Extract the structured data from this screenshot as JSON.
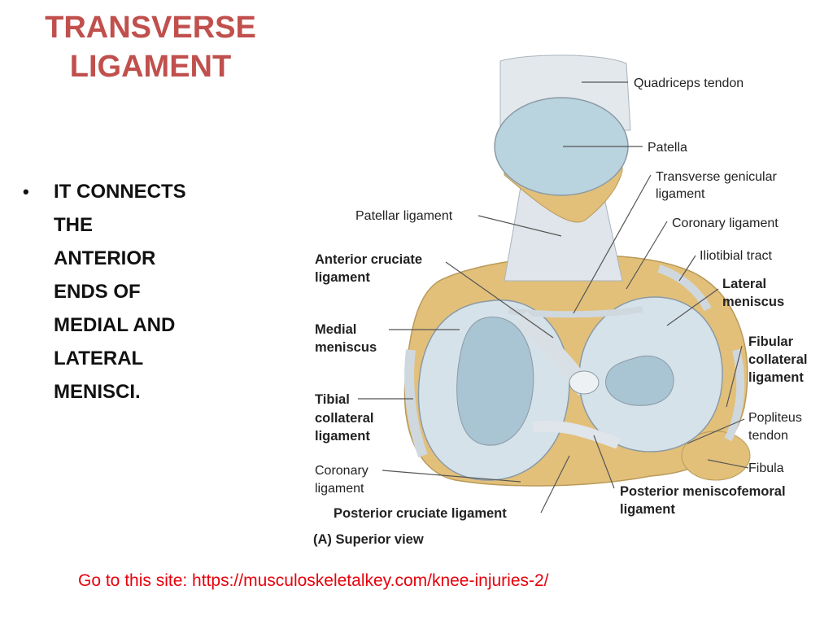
{
  "slide": {
    "title_line1": "TRANSVERSE",
    "title_line2": "LIGAMENT",
    "bullets": [
      {
        "lines": [
          "IT CONNECTS",
          "THE",
          "ANTERIOR",
          "ENDS OF",
          "MEDIAL AND",
          "LATERAL",
          "MENISCI."
        ]
      }
    ],
    "source_text": "Go to this site: https://musculoskeletalkey.com/knee-injuries-2/"
  },
  "diagram": {
    "caption": "(A) Superior view",
    "labels": {
      "quadriceps_tendon": "Quadriceps tendon",
      "patella": "Patella",
      "transverse_genicular_1": "Transverse genicular",
      "transverse_genicular_2": "ligament",
      "patellar_ligament": "Patellar ligament",
      "coronary_ligament_right": "Coronary ligament",
      "iliotibial_tract": "Iliotibial tract",
      "acl_1": "Anterior cruciate",
      "acl_2": "ligament",
      "lateral_meniscus_1": "Lateral",
      "lateral_meniscus_2": "meniscus",
      "medial_meniscus_1": "Medial",
      "medial_meniscus_2": "meniscus",
      "fibular_collateral_1": "Fibular",
      "fibular_collateral_2": "collateral",
      "fibular_collateral_3": "ligament",
      "tibial_collateral_1": "Tibial",
      "tibial_collateral_2": "collateral",
      "tibial_collateral_3": "ligament",
      "popliteus_1": "Popliteus",
      "popliteus_2": "tendon",
      "coronary_left_1": "Coronary",
      "coronary_left_2": "ligament",
      "fibula": "Fibula",
      "pcl": "Posterior cruciate ligament",
      "pmfl_1": "Posterior meniscofemoral",
      "pmfl_2": "ligament"
    },
    "colors": {
      "bone": "#e2c07a",
      "cartilage": "#b9d3df",
      "ligament": "#dfe5ea",
      "outline": "#8a9aa5"
    }
  }
}
